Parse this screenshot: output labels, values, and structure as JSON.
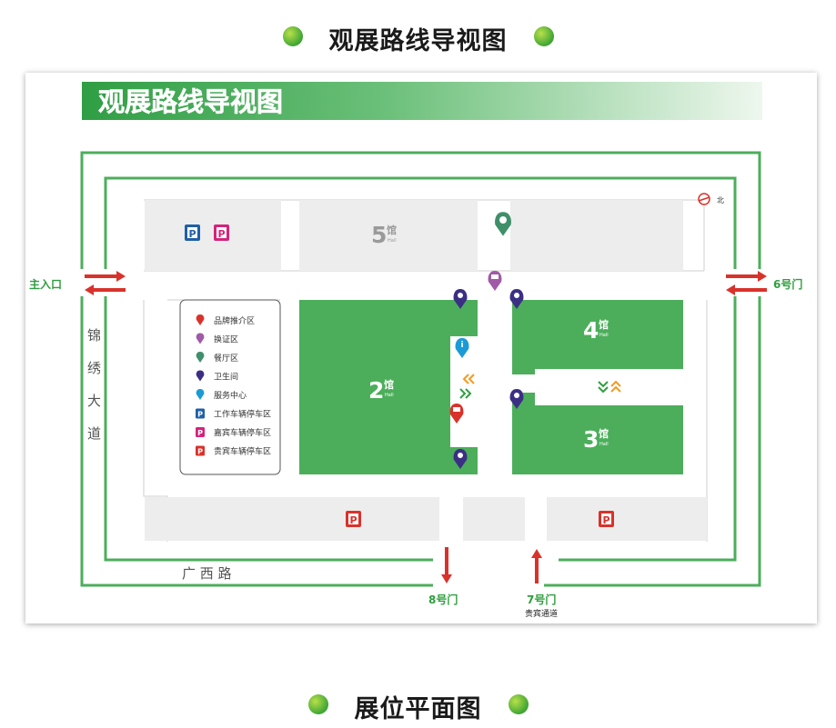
{
  "header_top": {
    "title": "观展路线导视图"
  },
  "map": {
    "banner_title": "观展路线导视图",
    "compass": {
      "label": "北"
    },
    "halls": {
      "hall5": {
        "number": "5",
        "suffix": "馆",
        "sub": "Hall"
      },
      "hall2": {
        "number": "2",
        "suffix": "馆",
        "sub": "Hall"
      },
      "hall4": {
        "number": "4",
        "suffix": "馆",
        "sub": "Hall"
      },
      "hall3": {
        "number": "3",
        "suffix": "馆",
        "sub": "Hall"
      }
    },
    "gates": {
      "main": {
        "label": "主入口"
      },
      "gate6": {
        "label": "6号门"
      },
      "gate8": {
        "label": "8号门"
      },
      "gate7": {
        "label": "7号门",
        "note": "贵宾通道"
      }
    },
    "roads": {
      "west": [
        "锦",
        "绣",
        "大",
        "道"
      ],
      "south": "广 西 路"
    },
    "legend": [
      {
        "label": "品牌推介区",
        "icon": "pin-icon",
        "color": "#d9322b"
      },
      {
        "label": "换证区",
        "icon": "pin-icon",
        "color": "#a05aa6"
      },
      {
        "label": "餐厅区",
        "icon": "pin-icon",
        "color": "#3f8f6a"
      },
      {
        "label": "卫生间",
        "icon": "pin-icon",
        "color": "#3b2f84"
      },
      {
        "label": "服务中心",
        "icon": "pin-icon",
        "color": "#1b9ad6"
      },
      {
        "label": "工作车辆停车区",
        "icon": "parking-icon",
        "color": "#1f5fa8"
      },
      {
        "label": "嘉宾车辆停车区",
        "icon": "parking-icon",
        "color": "#d4237a"
      },
      {
        "label": "贵宾车辆停车区",
        "icon": "parking-icon",
        "color": "#d9322b"
      }
    ],
    "parking_glyph": "P",
    "colors": {
      "green": "#4cae5b",
      "border_green": "#4cae5b",
      "block_gray": "#ededed",
      "arrow_red": "#d9322b",
      "chevron_orange": "#f39a1e"
    }
  },
  "header_bottom": {
    "title": "展位平面图"
  }
}
